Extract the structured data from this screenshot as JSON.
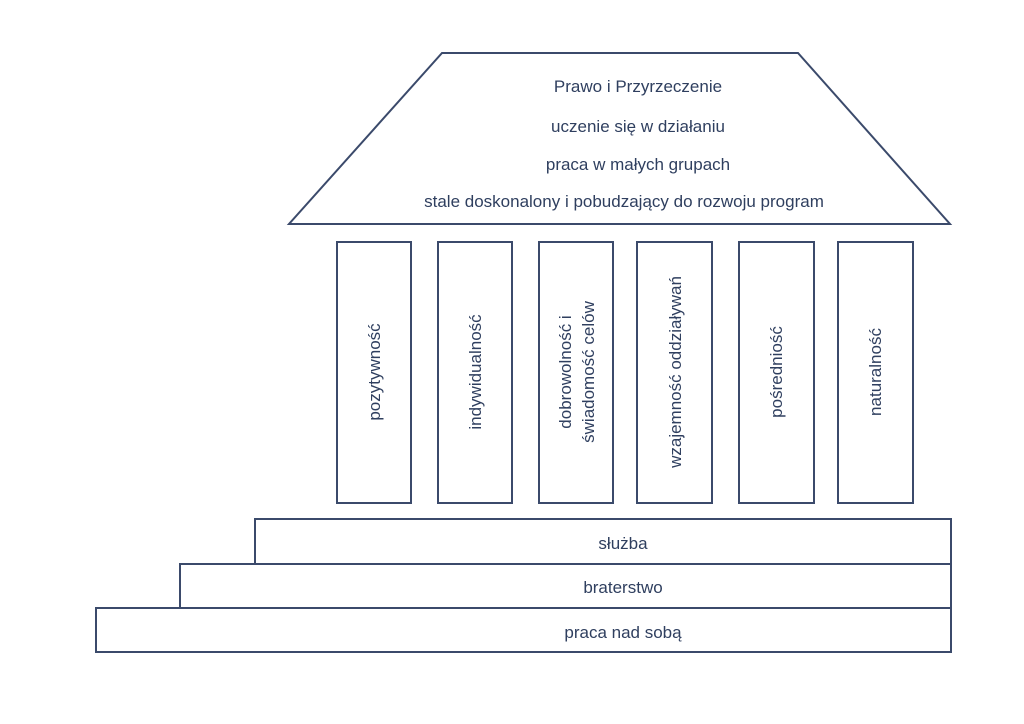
{
  "diagram": {
    "type": "temple-diagram",
    "roof": {
      "lines": [
        "Prawo i Przyrzeczenie",
        "uczenie się w działaniu",
        "praca w małych grupach",
        "stale doskonalony i pobudzający do rozwoju program"
      ]
    },
    "pillars": [
      {
        "lines": [
          "pozytywność"
        ]
      },
      {
        "lines": [
          "indywidualność"
        ]
      },
      {
        "lines": [
          "dobrowolność i",
          "świadomość celów"
        ]
      },
      {
        "lines": [
          "wzajemność oddziaływań"
        ]
      },
      {
        "lines": [
          "pośredniość"
        ]
      },
      {
        "lines": [
          "naturalność"
        ]
      }
    ],
    "steps": [
      {
        "label": "służba"
      },
      {
        "label": "braterstwo"
      },
      {
        "label": "praca nad sobą"
      }
    ],
    "colors": {
      "line": "#3b4a6b",
      "text": "#2f3f5f",
      "background": "#ffffff"
    }
  }
}
